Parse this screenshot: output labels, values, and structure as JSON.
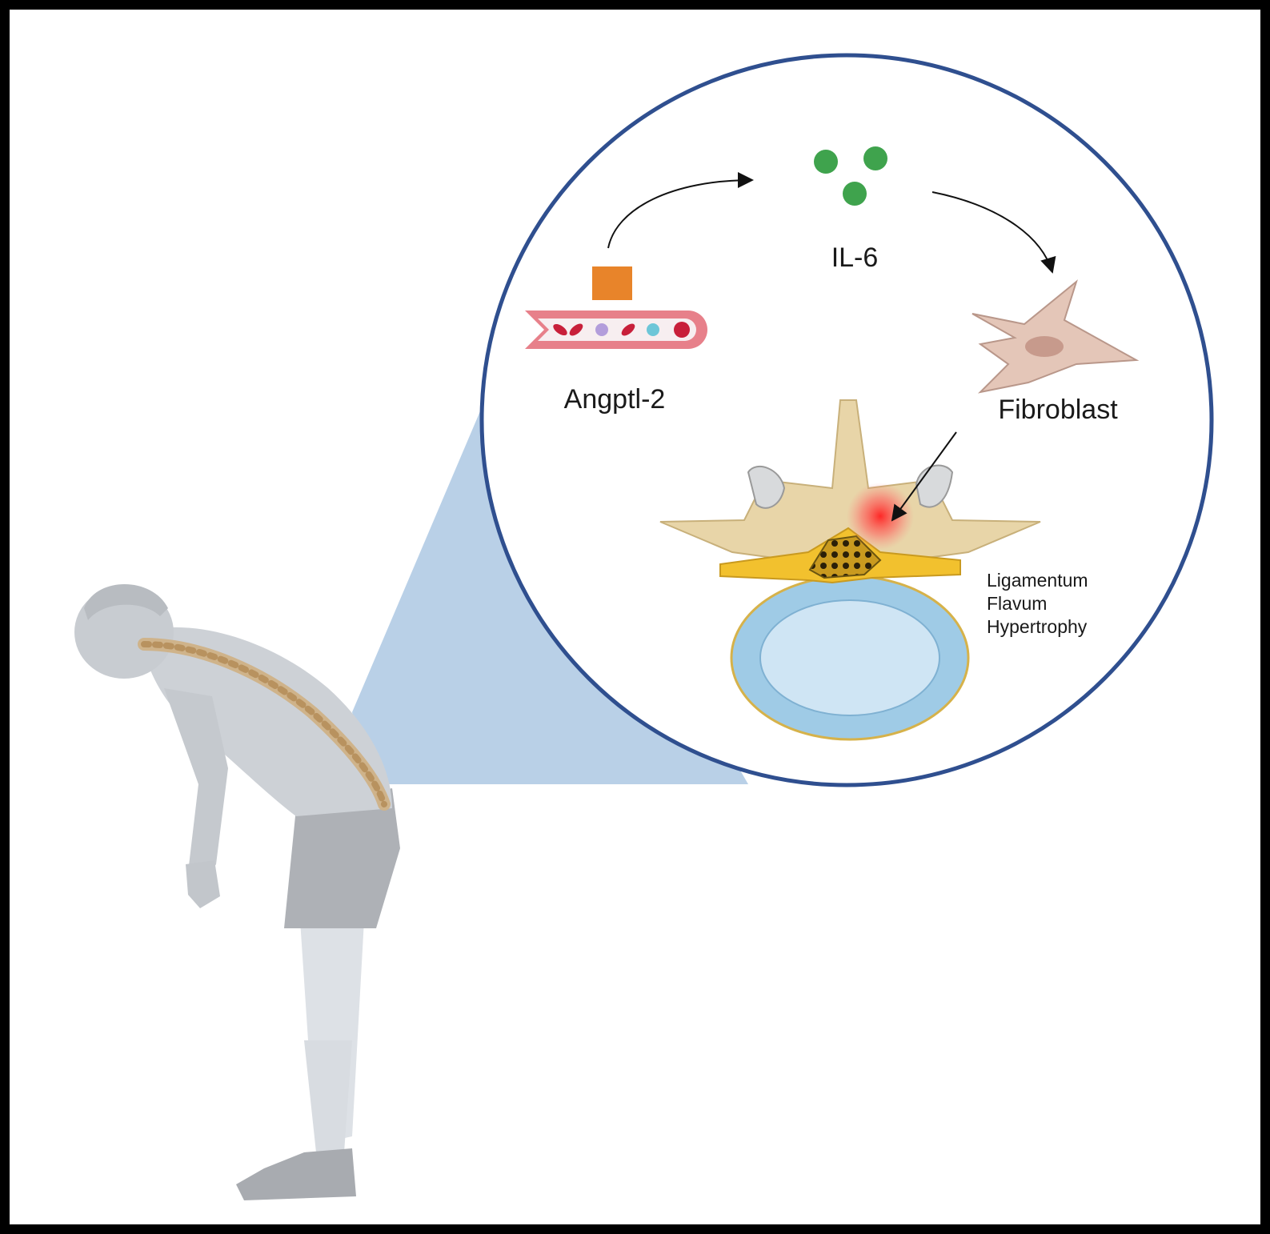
{
  "labels": {
    "angptl2": "Angptl-2",
    "il6": "IL-6",
    "fibroblast": "Fibroblast",
    "ligamentum_line1": "Ligamentum",
    "ligamentum_line2": "Flavum",
    "ligamentum_line3": "Hypertrophy"
  },
  "colors": {
    "frame": "#000000",
    "circle_outline": "#2f4f8f",
    "zoom_cone": "#b5cde6",
    "angptl2_square": "#e8842a",
    "vessel_wall": "#e7808a",
    "il6_particles": "#3fa34d",
    "fibroblast": "#e4c6b8",
    "bone": "#e8d5a8",
    "ligament": "#f2c12e",
    "disc": "#9fcbe6",
    "inflammation": "#ee3b3b"
  },
  "icons": [
    "bent-over-person-icon",
    "spine-icon",
    "blood-vessel-icon",
    "fibroblast-cell-icon",
    "vertebra-icon"
  ]
}
